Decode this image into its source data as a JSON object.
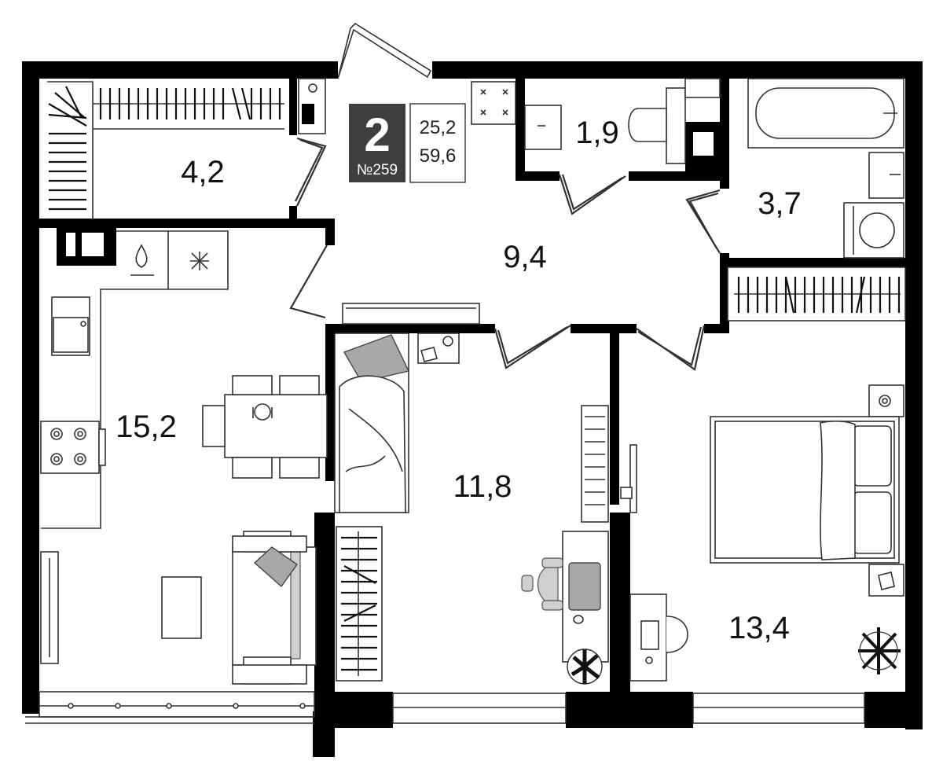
{
  "plan": {
    "rooms": 2,
    "number_label": "№259",
    "area_living": "25,2",
    "area_total": "59,6"
  },
  "areas": {
    "wardrobe": "4,2",
    "wc": "1,9",
    "hall": "9,4",
    "bathroom": "3,7",
    "kitchen_living": "15,2",
    "bedroom_small": "11,8",
    "bedroom_main": "13,4"
  },
  "colors": {
    "walls": "#000000",
    "badge_bg": "#3f3f3f",
    "furniture_fill": "#a8a8a8"
  }
}
